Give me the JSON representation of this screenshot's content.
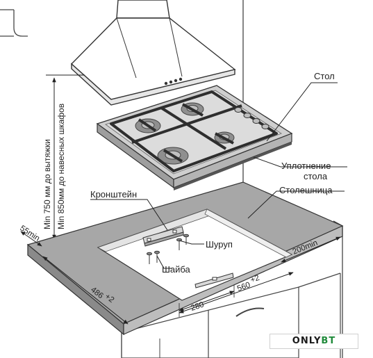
{
  "labels": {
    "table": "Стол",
    "seal_line1": "Уплотнение",
    "seal_line2": "стола",
    "countertop": "Столешница",
    "bracket": "Кронштейн",
    "screw": "Шуруп",
    "washer": "Шайба",
    "vertical_line1": "Min 750 мм до вытяжки",
    "vertical_line2": "Min 850мм до навесных шкафов"
  },
  "dimensions": {
    "d55": "55min",
    "d486": "486",
    "d486_tol": "+2",
    "d280": "280",
    "d560": "560",
    "d560_tol": "+2",
    "d200": "200min"
  },
  "watermark": {
    "part1": "ONLY",
    "part2": "BT"
  },
  "colors": {
    "countertop": "#a7a7a7",
    "countertop_dark": "#8a8a8a",
    "hob": "#c8c8c8",
    "grate": "#3a3a3a",
    "burner": "#8f8f8f",
    "watermark_accent": "#1f8a3a"
  }
}
